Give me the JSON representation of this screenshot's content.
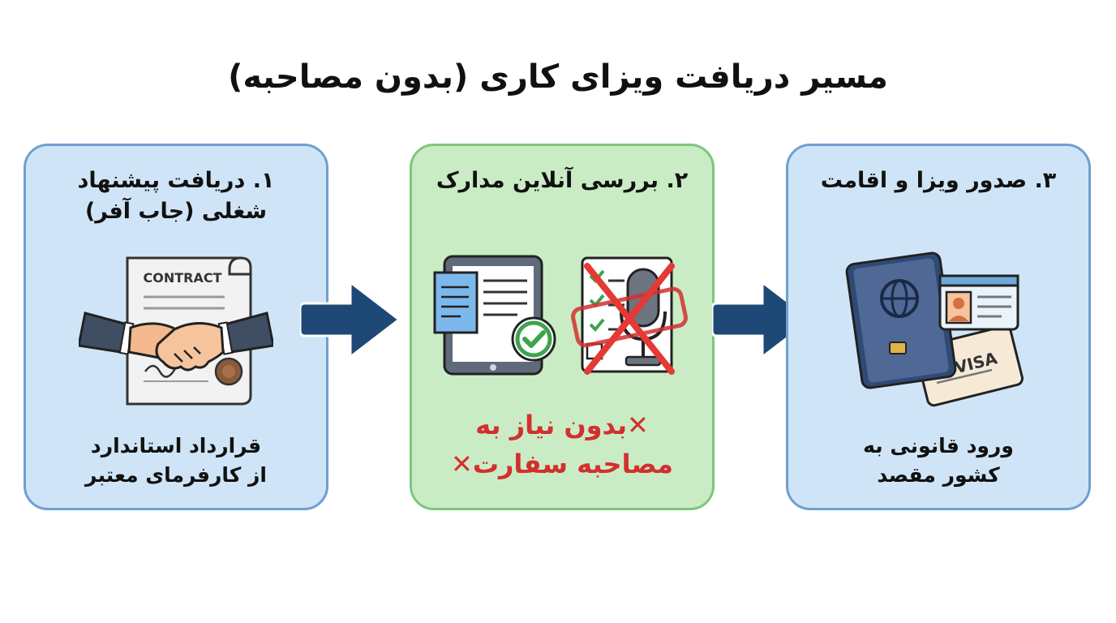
{
  "title": "مسیر دریافت ویزای کاری (بدون مصاحبه)",
  "steps": [
    {
      "title_line1": "۱. دریافت پیشنهاد",
      "title_line2": "شغلی (جاب آفر)",
      "contract_label": "CONTRACT",
      "desc_line1": "قرارداد استاندارد",
      "desc_line2": "از کارفرمای معتبر"
    },
    {
      "title": "۲. بررسی آنلاین مدارک",
      "warn_line1": "بدون نیاز به",
      "warn_line2": "مصاحبه سفارت",
      "cross_glyph": "✕"
    },
    {
      "title": "۳. صدور ویزا و اقامت",
      "visa_label": "VISA",
      "desc_line1": "ورود قانونی به",
      "desc_line2": "کشور مقصد"
    }
  ],
  "colors": {
    "blue_card_bg": "#cfe5f7",
    "blue_card_border": "#6ea0cf",
    "green_card_bg": "#c9ecc4",
    "green_card_border": "#7dc67d",
    "arrow": "#1e4976",
    "warning_red": "#d32f2f"
  },
  "icons": [
    "handshake-icon",
    "contract-icon",
    "tablet-document-icon",
    "check-icon",
    "microphone-icon",
    "cross-icon",
    "passport-icon",
    "id-card-icon",
    "visa-card-icon",
    "arrow-right-icon"
  ]
}
